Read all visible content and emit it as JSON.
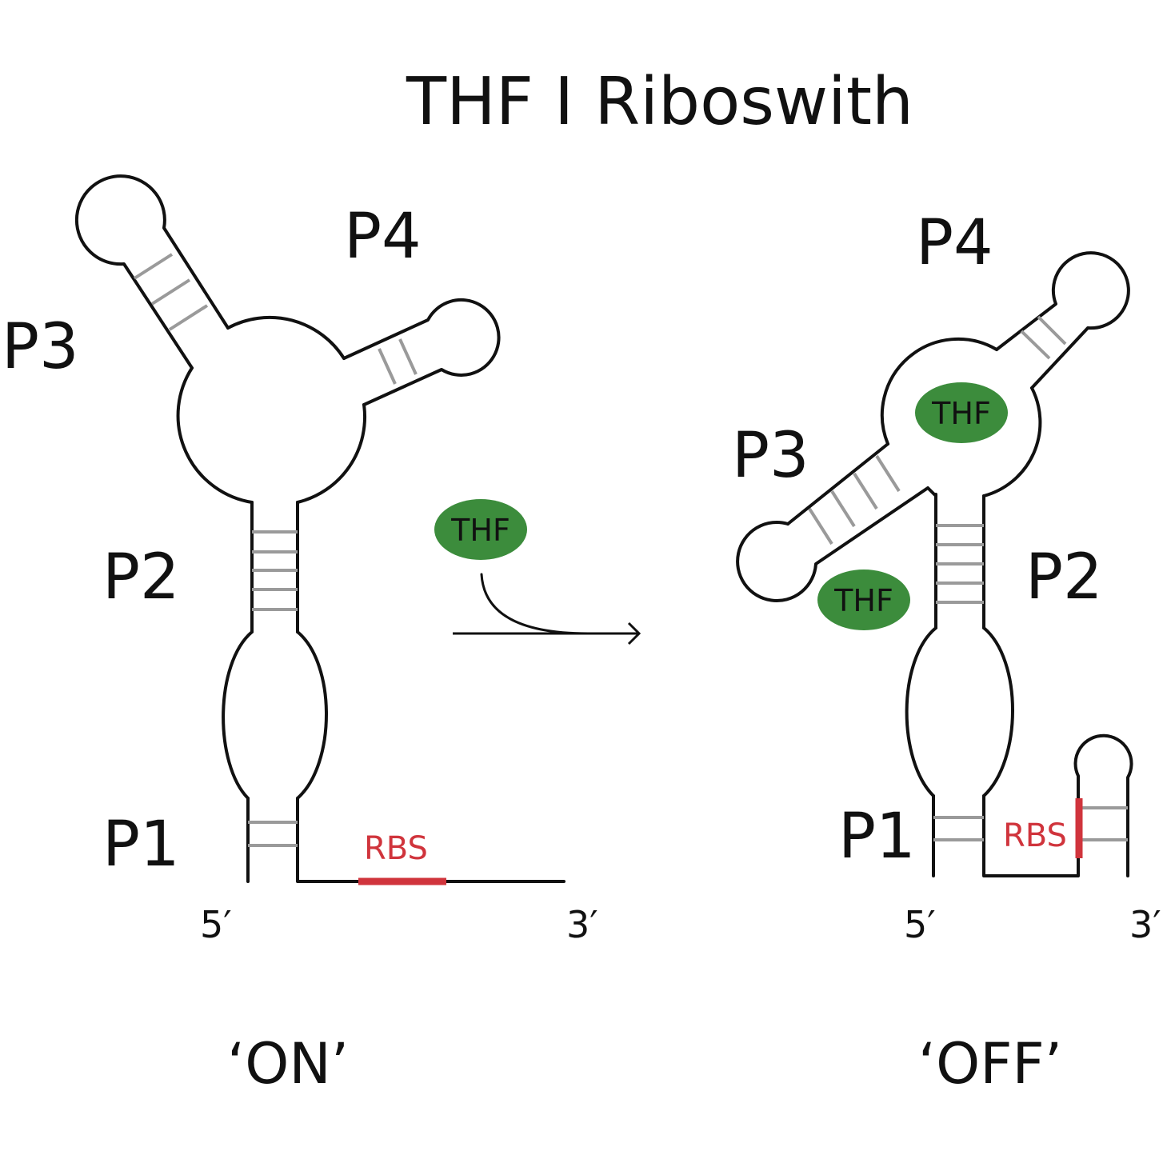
{
  "title": "THF I Riboswith",
  "colors": {
    "ligand": "#3c8c3c",
    "rbs": "#d0343c",
    "strand": "#111111",
    "base_pair": "#9a9a9a"
  },
  "on_state": {
    "state_label": "‘ON’",
    "stems": {
      "p1": "P1",
      "p2": "P2",
      "p3": "P3",
      "p4": "P4"
    },
    "five_prime": "5′",
    "three_prime": "3′",
    "rbs": "RBS"
  },
  "ligand": {
    "label": "THF"
  },
  "off_state": {
    "state_label": "‘OFF’",
    "stems": {
      "p1": "P1",
      "p2": "P2",
      "p3": "P3",
      "p4": "P4"
    },
    "five_prime": "5′",
    "three_prime": "3′",
    "rbs": "RBS",
    "ligand_a": "THF",
    "ligand_b": "THF"
  }
}
